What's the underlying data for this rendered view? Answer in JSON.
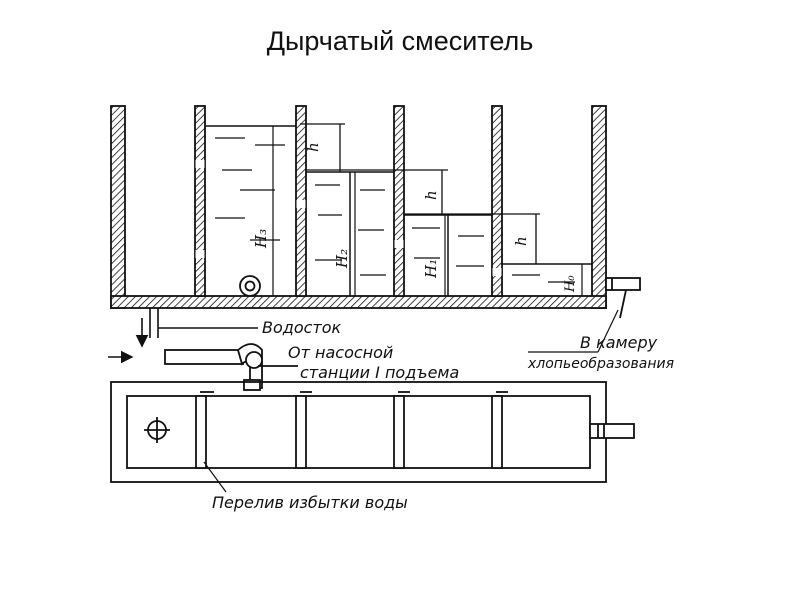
{
  "title": "Дырчатый смеситель",
  "labels": {
    "drain": "Водосток",
    "from_pump_1": "От насосной",
    "from_pump_2": "станции I подъема",
    "to_chamber_1": "В камеру",
    "to_chamber_2": "хлопьеобразования",
    "overflow": "Перелив избытки воды"
  },
  "symbols": {
    "h": "h",
    "H3": "H₃",
    "H2": "H₂",
    "H1": "H₁",
    "H0": "H₀"
  },
  "colors": {
    "ink": "#111111",
    "background": "#ffffff"
  },
  "icons": {
    "flow_arrow": "arrow-right-icon",
    "drain_arrow": "arrow-down-icon"
  }
}
